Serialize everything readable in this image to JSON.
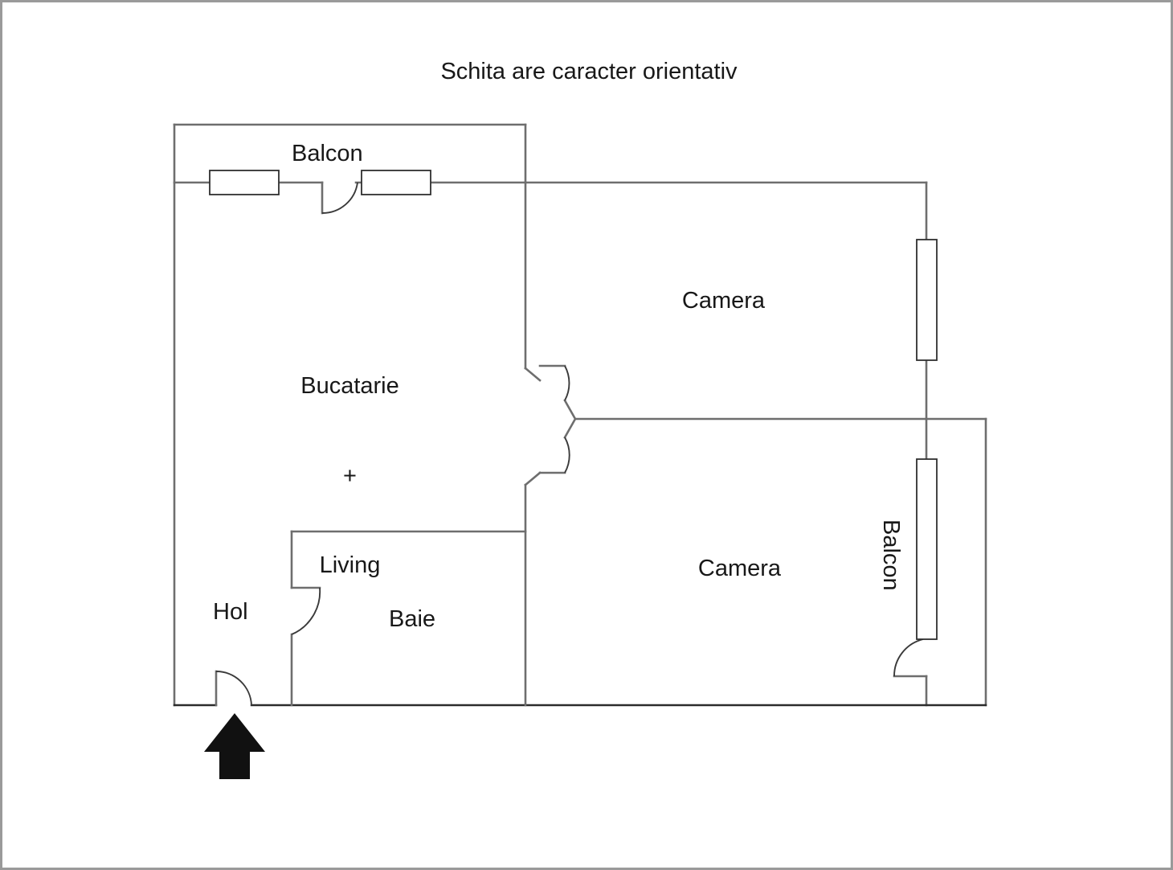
{
  "page": {
    "title": "Schita are caracter orientativ",
    "background_color": "#ffffff",
    "border_color": "#9a9a9a",
    "wall_color": "#6e6e6e",
    "text_color": "#181818",
    "arrow_color": "#111111"
  },
  "floorplan": {
    "type": "apartment-floor-plan",
    "rooms": [
      {
        "id": "balcon-top",
        "label": "Balcon",
        "position": "top-left-strip"
      },
      {
        "id": "bucatarie",
        "label": "Bucatarie\n+\nLiving",
        "position": "left-upper"
      },
      {
        "id": "camera-upper",
        "label": "Camera",
        "position": "right-upper"
      },
      {
        "id": "camera-lower",
        "label": "Camera",
        "position": "right-lower"
      },
      {
        "id": "hol",
        "label": "Hol",
        "position": "bottom-left"
      },
      {
        "id": "baie",
        "label": "Baie",
        "position": "bottom-center"
      },
      {
        "id": "balcon-right",
        "label": "Balcon",
        "position": "right-edge-vertical"
      }
    ],
    "labels": {
      "balcon_top": "Balcon",
      "bucatarie_line1": "Bucatarie",
      "bucatarie_line2": "+",
      "bucatarie_line3": "Living",
      "camera_upper": "Camera",
      "camera_lower": "Camera",
      "hol": "Hol",
      "baie": "Baie",
      "balcon_right": "Balcon"
    },
    "features": {
      "entrance_arrow": "entrance-direction-arrow",
      "entrance_door": "entrance-door-swing",
      "windows_count": 4,
      "doors_count": 5
    }
  }
}
